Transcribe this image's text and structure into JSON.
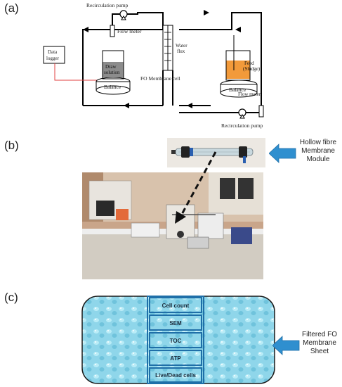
{
  "panels": {
    "a": {
      "label": "(a)",
      "labels": {
        "recirculation_pump_top": "Recirculation pump",
        "flow_meter_top": "Flow meter",
        "data_logger_line1": "Data",
        "data_logger_line2": "logger",
        "draw_solution_line1": "Draw",
        "draw_solution_line2": "solution",
        "balance_left": "Balance",
        "water_flux_line1": "Water",
        "water_flux_line2": "flux",
        "fo_membrane_cell": "FO Membrane cell",
        "feed_line1": "Feed",
        "feed_line2": "(Sludge)",
        "balance_right": "Balance",
        "flow_meter_bottom": "Flow meter",
        "recirculation_pump_bottom": "Recirculation pump"
      },
      "colors": {
        "draw_solution": "#8c8c8c",
        "feed": "#f29a3a",
        "logger_wire": "#e04040"
      }
    },
    "b": {
      "label": "(b)",
      "callout_line1": "Hollow fibre",
      "callout_line2": "Membrane",
      "callout_line3": "Module",
      "arrow_color": "#2f8fcf"
    },
    "c": {
      "label": "(c)",
      "cells": [
        "Cell count",
        "SEM",
        "TOC",
        "ATP",
        "Live/Dead cells"
      ],
      "callout_line1": "Filtered FO",
      "callout_line2": "Membrane",
      "callout_line3": "Sheet",
      "arrow_color": "#2f8fcf",
      "sheet_color": "#8fd6ea",
      "grid_color": "#1f6fa8"
    }
  }
}
